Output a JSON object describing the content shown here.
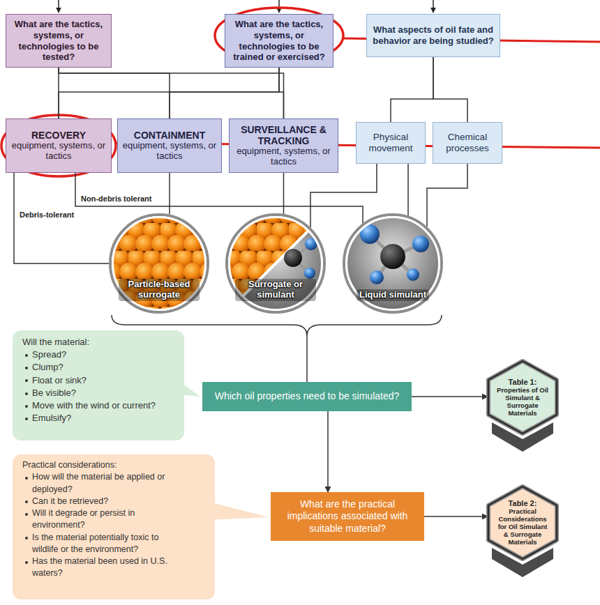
{
  "diagram": {
    "nodes": [
      {
        "text": [
          "What are the tactics, systems, or technologies to be tested?"
        ]
      },
      {
        "text": [
          "What are the tactics, systems, or technologies to be trained or exercised?"
        ]
      },
      {
        "text": [
          "What aspects of oil fate and behavior are being studied?"
        ]
      },
      {
        "text": [
          "RECOVERY",
          "equipment, systems, or tactics"
        ]
      },
      {
        "text": [
          "CONTAINMENT",
          "equipment, systems, or tactics"
        ]
      },
      {
        "text": [
          "SURVEILLANCE & TRACKING",
          "equipment, systems, or tactics"
        ]
      },
      {
        "text": [
          "Physical movement"
        ]
      },
      {
        "text": [
          "Chemical processes"
        ]
      },
      {
        "text": [
          "Particle-based surrogate"
        ]
      },
      {
        "text": [
          "Surrogate or simulant"
        ]
      },
      {
        "text": [
          "Liquid simulant"
        ]
      },
      {
        "text": [
          "Which oil properties need to be simulated?"
        ]
      },
      {
        "text": [
          "What are the practical implications associated with suitable material?"
        ]
      },
      {
        "text": [
          "Table 1:",
          "Properties of Oil Simulant & Surrogate Materials"
        ]
      },
      {
        "text": [
          "Table 2:",
          "Practical Considerations for Oil Simulant & Surrogate Materials"
        ]
      },
      {
        "text": [
          "Will the material:",
          "Spread?",
          "Clump?",
          "Float or sink?",
          "Be visible?",
          "Move with the wind or current?",
          "Emulsify?"
        ]
      },
      {
        "text": [
          "Practical considerations:",
          "How will the material be applied or deployed?",
          "Can it be retrieved?",
          "Will it degrade or persist in environment?",
          "Is the material potentially toxic to wildlife or the environment?",
          "Has the material been used in U.S. waters?"
        ]
      }
    ],
    "edges": [
      {
        "from": 0,
        "to": 3,
        "arrow": "none"
      },
      {
        "from": 0,
        "to": 4,
        "arrow": "none"
      },
      {
        "from": 0,
        "to": 5,
        "arrow": "none"
      },
      {
        "from": 1,
        "to": 3,
        "arrow": "none"
      },
      {
        "from": 1,
        "to": 4,
        "arrow": "none"
      },
      {
        "from": 1,
        "to": 5,
        "arrow": "none"
      },
      {
        "from": 2,
        "to": 6,
        "arrow": "none"
      },
      {
        "from": 2,
        "to": 7,
        "arrow": "none"
      },
      {
        "from": 3,
        "to": 8,
        "label": "Debris-tolerant",
        "arrow": "none"
      },
      {
        "from": 3,
        "to": 10,
        "label": "Non-debris tolerant",
        "arrow": "none"
      },
      {
        "from": 4,
        "to": 8,
        "arrow": "none"
      },
      {
        "from": 5,
        "to": 9,
        "arrow": "none"
      },
      {
        "from": 6,
        "to": 9,
        "arrow": "none"
      },
      {
        "from": 6,
        "to": 10,
        "arrow": "none"
      },
      {
        "from": 7,
        "to": 10,
        "arrow": "none"
      },
      {
        "from": 11,
        "to": 12,
        "arrow": "to"
      },
      {
        "from": 11,
        "to": 13,
        "arrow": "to"
      },
      {
        "from": 12,
        "to": 14,
        "arrow": "to"
      }
    ]
  }
}
